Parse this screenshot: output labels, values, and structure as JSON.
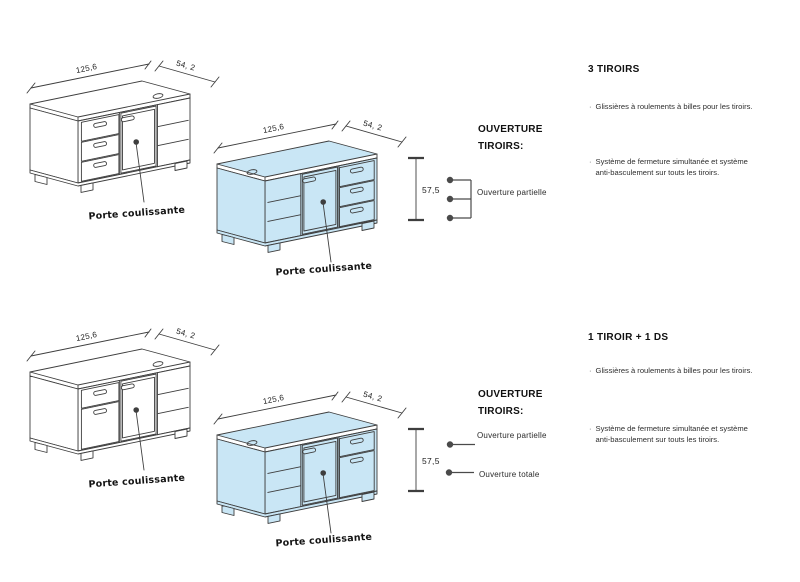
{
  "colors": {
    "cabinet_fill_blue": "#c9e6f5",
    "cabinet_fill_white": "#ffffff",
    "line": "#3e3e3e"
  },
  "bullet_char": "·",
  "cabinets": {
    "top_left": {
      "width_label": "125,6",
      "depth_label": "54, 2",
      "door_label": "Porte coulissante"
    },
    "top_middle": {
      "width_label": "125,6",
      "depth_label": "54, 2",
      "height_label": "57,5",
      "door_label": "Porte coulissante"
    },
    "bottom_left": {
      "width_label": "125,6",
      "depth_label": "54, 2",
      "door_label": "Porte coulissante"
    },
    "bottom_middle": {
      "width_label": "125,6",
      "depth_label": "54, 2",
      "height_label": "57,5",
      "door_label": "Porte coulissante"
    }
  },
  "ouverture_top": {
    "heading_line1": "OUVERTURE",
    "heading_line2": "TIROIRS:",
    "partial_label": "Ouverture partielle"
  },
  "ouverture_bottom": {
    "heading_line1": "OUVERTURE",
    "heading_line2": "TIROIRS:",
    "partial_label": "Ouverture partielle",
    "total_label": "Ouverture totale"
  },
  "spec_top": {
    "title": "3 TIROIRS",
    "items": [
      "Glissières à roulements à billes pour les tiroirs.",
      "Système de fermeture simultanée et système\nanti-basculement sur touts les tiroirs."
    ]
  },
  "spec_bottom": {
    "title": "1 TIROIR + 1 DS",
    "items": [
      "Glissières à roulements à billes pour les tiroirs.",
      "Système de fermeture simultanée et système\nanti-basculement sur touts les tiroirs."
    ]
  }
}
